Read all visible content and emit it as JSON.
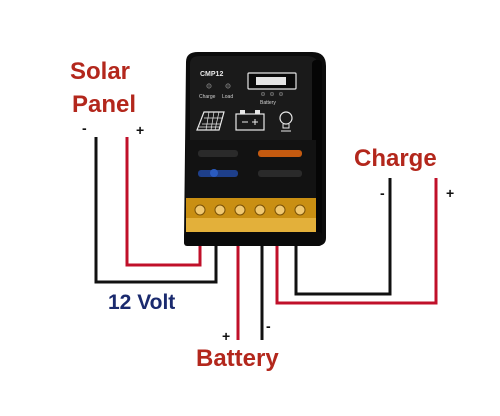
{
  "labels": {
    "solar_line1": "Solar",
    "solar_line2": "Panel",
    "charge": "Charge",
    "battery": "Battery",
    "volt": "12 Volt"
  },
  "polarity": {
    "solar_neg": "-",
    "solar_pos": "+",
    "charge_neg": "-",
    "charge_pos": "+",
    "battery_pos": "+",
    "battery_neg": "-"
  },
  "device": {
    "model": "CMP12",
    "indicator_charge": "Charge",
    "indicator_load": "Load",
    "indicator_battery": "Battery"
  },
  "colors": {
    "label_red": "#b3271c",
    "label_navy": "#1a2a6e",
    "wire_black": "#111111",
    "wire_red": "#c0102a",
    "terminal": "#d9a21c"
  }
}
